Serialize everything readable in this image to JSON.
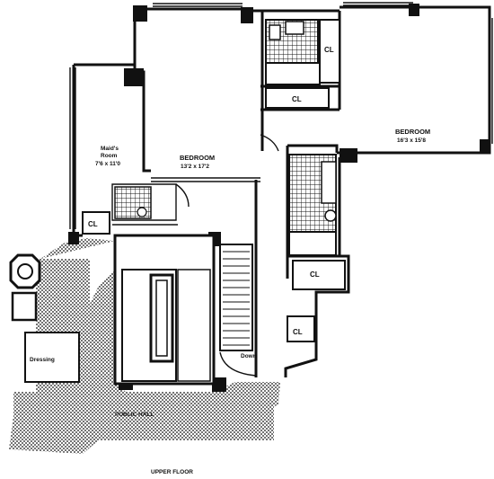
{
  "plan": {
    "rooms": {
      "bedroom_right": {
        "name": "BEDROOM",
        "dims": "16'3 x 15'8"
      },
      "bedroom_center": {
        "name": "BEDROOM",
        "dims": "13'2 x 17'2"
      },
      "maids_room": {
        "name_line1": "Maid's",
        "name_line2": "Room",
        "dims": "7'6 x 11'0"
      },
      "dressing": {
        "name": "Dressing"
      },
      "public_hall": {
        "name": "PUBLIC HALL"
      },
      "down": {
        "name": "Down"
      }
    },
    "closets": {
      "cl_top_right": "CL",
      "cl_top_center": "CL",
      "cl_left": "CL",
      "cl_right_mid": "CL",
      "cl_right_low": "CL"
    },
    "floor_caption": "UPPER FLOOR"
  }
}
